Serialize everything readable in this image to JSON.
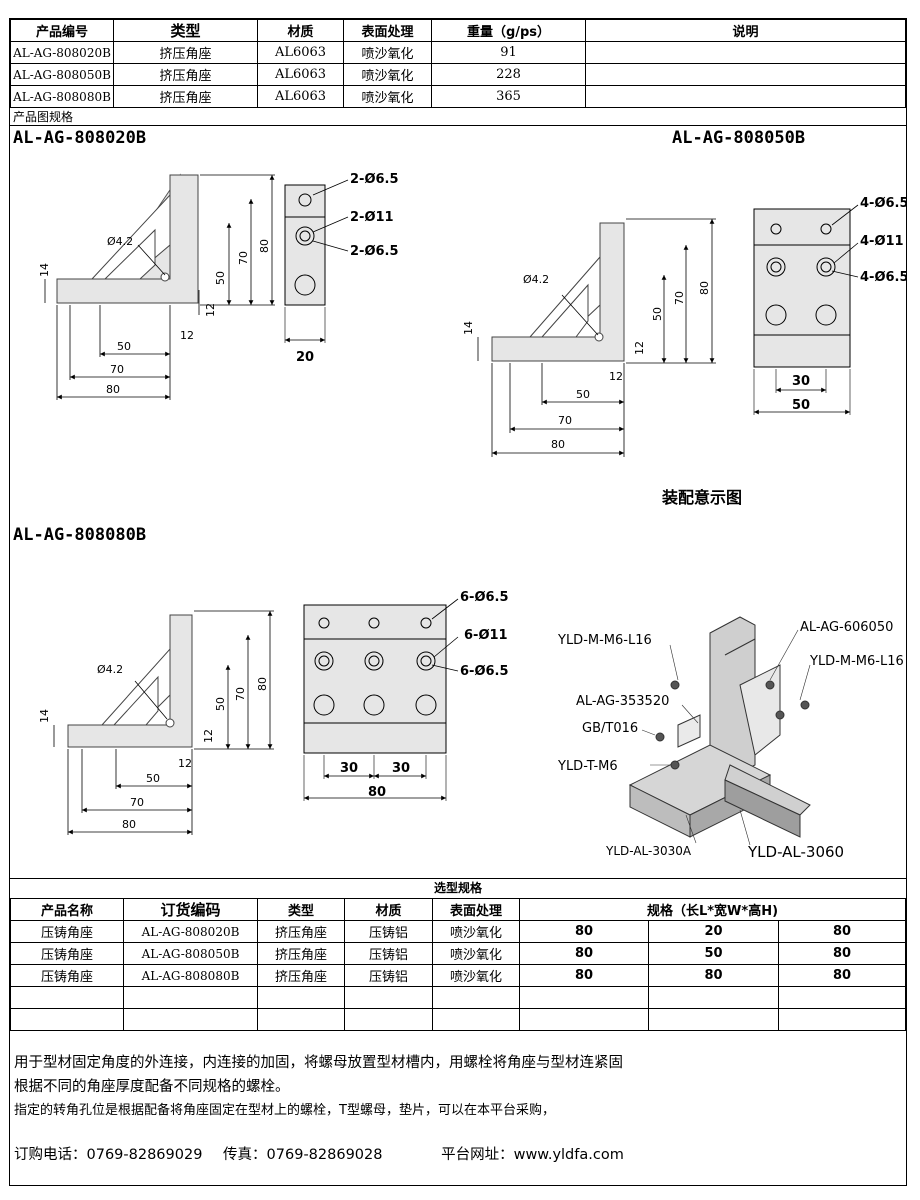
{
  "top_table": {
    "headers": [
      "产品编号",
      "类型",
      "材质",
      "表面处理",
      "重量（g/ps）",
      "说明"
    ],
    "rows": [
      [
        "AL-AG-808020B",
        "挤压角座",
        "AL6063",
        "喷沙氧化",
        "91",
        ""
      ],
      [
        "AL-AG-808050B",
        "挤压角座",
        "AL6063",
        "喷沙氧化",
        "228",
        ""
      ],
      [
        "AL-AG-808080B",
        "挤压角座",
        "AL6063",
        "喷沙氧化",
        "365",
        ""
      ]
    ]
  },
  "section_label": "产品图规格",
  "models": {
    "m1": "AL-AG-808020B",
    "m2": "AL-AG-808050B",
    "m3": "AL-AG-808080B"
  },
  "dims": {
    "d42": "Ø4.2",
    "d14": "14",
    "d12": "12",
    "d50": "50",
    "d70": "70",
    "d80": "80",
    "d20": "20",
    "d30": "30"
  },
  "holes": {
    "m1": [
      "2-Ø6.5",
      "2-Ø11",
      "2-Ø6.5"
    ],
    "m2": [
      "4-Ø6.5",
      "4-Ø11",
      "4-Ø6.5"
    ],
    "m3": [
      "6-Ø6.5",
      "6-Ø11",
      "6-Ø6.5"
    ]
  },
  "assembly": {
    "title": "装配意示图",
    "labels": [
      "YLD-M-M6-L16",
      "AL-AG-606050",
      "YLD-M-M6-L16",
      "AL-AG-353520",
      "GB/T016",
      "YLD-T-M6",
      "YLD-AL-3030A",
      "YLD-AL-3060"
    ]
  },
  "selection": {
    "title": "选型规格",
    "headers": [
      "产品名称",
      "订货编码",
      "类型",
      "材质",
      "表面处理",
      "规格（长L*宽W*高H)"
    ],
    "rows": [
      [
        "压铸角座",
        "AL-AG-808020B",
        "挤压角座",
        "压铸铝",
        "喷沙氧化",
        "80",
        "20",
        "80"
      ],
      [
        "压铸角座",
        "AL-AG-808050B",
        "挤压角座",
        "压铸铝",
        "喷沙氧化",
        "80",
        "50",
        "80"
      ],
      [
        "压铸角座",
        "AL-AG-808080B",
        "挤压角座",
        "压铸铝",
        "喷沙氧化",
        "80",
        "80",
        "80"
      ]
    ]
  },
  "notes": [
    "用于型材固定角度的外连接，内连接的加固，将螺母放置型材槽内，用螺栓将角座与型材连紧固",
    "根据不同的角座厚度配备不同规格的螺栓。",
    "指定的转角孔位是根据配备将角座固定在型材上的螺栓，T型螺母，垫片，可以在本平台采购，"
  ],
  "contact": {
    "phone": "订购电话：0769-82869029",
    "fax": "传真：0769-82869028",
    "site": "平台网址：www.yldfa.com"
  },
  "colors": {
    "part_fill": "#e6e6e6",
    "line": "#000000"
  }
}
